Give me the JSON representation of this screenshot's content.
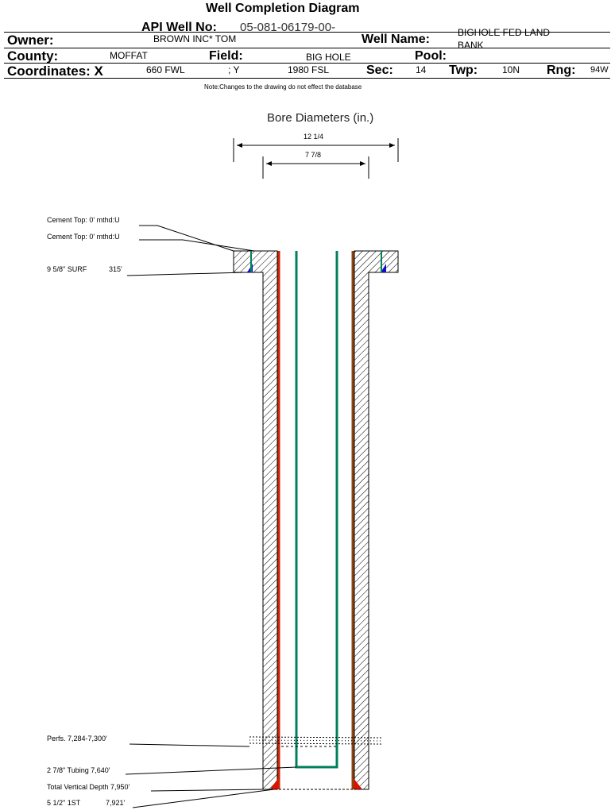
{
  "header": {
    "title": "Well Completion Diagram",
    "api_label": "API Well No:",
    "api_value": "05-081-06179-00-",
    "owner_label": "Owner:",
    "owner_value": "BROWN INC* TOM",
    "well_name_label": "Well Name:",
    "well_name_value_line1": "BIGHOLE FED LAND",
    "well_name_value_line2": "BANK",
    "county_label": "County:",
    "county_value": "MOFFAT",
    "field_label": "Field:",
    "field_value": "BIG HOLE",
    "pool_label": "Pool:",
    "coordinates_label": "Coordinates: X",
    "coord_x_value": "660 FWL",
    "coord_y_label": "; Y",
    "coord_y_value": "1980 FSL",
    "sec_label": "Sec:",
    "sec_value": "14",
    "twp_label": "Twp:",
    "twp_value": "10N",
    "rng_label": "Rng:",
    "rng_value": "94W",
    "note": "Note:Changes to the drawing do not effect the database"
  },
  "diagram": {
    "bore_title": "Bore Diameters (in.)",
    "outer_bore": "12 1/4",
    "inner_bore": "7 7/8",
    "annotations": [
      "Cement Top: 0' mthd:U",
      "Cement Top: 0' mthd:U",
      "9 5/8\" SURF",
      "315'",
      "Perfs. 7,284-7,300'",
      "2 7/8\" Tubing 7,640'",
      "Total Vertical Depth 7,950'",
      "5 1/2\" 1ST",
      "7,921'"
    ]
  },
  "colors": {
    "surface_casing": "#cc2200",
    "production_casing": "#8b4513",
    "tubing": "#00805a",
    "cement_blue": "#1010cc",
    "cement_red": "#dd1100"
  }
}
